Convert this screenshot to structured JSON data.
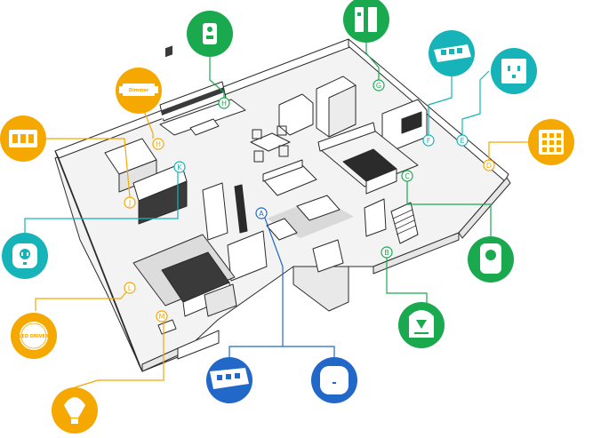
{
  "colors": {
    "green": "#1aa94f",
    "yellow": "#f5a800",
    "teal": "#16b3b8",
    "blue": "#2168c9",
    "wall": "#ffffff",
    "floor": "#f1f1f1",
    "outline": "#2b2b2b",
    "dark": "#3a3a3a",
    "rug": "#d9d9d9"
  },
  "markers": {
    "A": "A",
    "B": "B",
    "C": "C",
    "D": "D",
    "E": "E",
    "F": "F",
    "G": "G",
    "H": "H",
    "J": "J",
    "K": "K",
    "L": "L",
    "M": "M"
  },
  "device_text": {
    "dimmer": "Dimmer",
    "led_driver": "LED DRIVER"
  },
  "devices": [
    {
      "id": "motion-sensor",
      "icon": "motion-sensor-icon",
      "color": "green"
    },
    {
      "id": "door-sensor",
      "icon": "door-sensor-icon",
      "color": "green"
    },
    {
      "id": "power-strip-top",
      "icon": "power-strip-icon",
      "color": "teal"
    },
    {
      "id": "wall-outlet",
      "icon": "wall-outlet-icon",
      "color": "teal"
    },
    {
      "id": "keypad",
      "icon": "keypad-icon",
      "color": "yellow"
    },
    {
      "id": "dimmer",
      "icon": "dimmer-switch-icon",
      "color": "yellow"
    },
    {
      "id": "triple-switch",
      "icon": "light-switch-icon",
      "color": "yellow"
    },
    {
      "id": "smart-plug",
      "icon": "smart-plug-icon",
      "color": "teal"
    },
    {
      "id": "led-driver",
      "icon": "led-driver-icon",
      "color": "yellow"
    },
    {
      "id": "light-bulb",
      "icon": "light-bulb-icon",
      "color": "yellow"
    },
    {
      "id": "power-strip-bottom",
      "icon": "power-strip-icon",
      "color": "blue"
    },
    {
      "id": "hub",
      "icon": "hub-icon",
      "color": "blue"
    },
    {
      "id": "camera",
      "icon": "camera-icon",
      "color": "green"
    },
    {
      "id": "water-sensor",
      "icon": "water-sensor-icon",
      "color": "green"
    }
  ]
}
